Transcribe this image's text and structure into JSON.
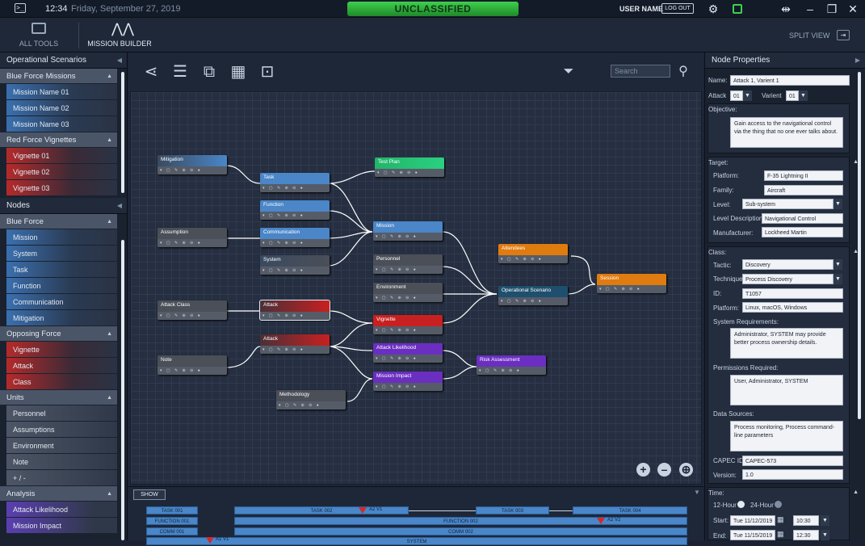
{
  "topbar": {
    "time": "12:34",
    "date": "Friday, September 27, 2019",
    "classification": "UNCLASSIFIED",
    "username": "USER NAME",
    "logout": "LOG OUT"
  },
  "tools": {
    "all_tools": "ALL TOOLS",
    "mission_builder": "MISSION BUILDER",
    "split_view": "SPLIT VIEW"
  },
  "left": {
    "scenarios_title": "Operational Scenarios",
    "blue_force_missions": "Blue Force Missions",
    "missions": [
      "Mission Name 01",
      "Mission Name 02",
      "Mission Name 03"
    ],
    "red_force_vignettes": "Red Force  Vignettes",
    "vignettes": [
      "Vignette 01",
      "Vignette 02",
      "Vignette 03"
    ],
    "nodes_title": "Nodes",
    "blue_force": "Blue Force",
    "blue_items": [
      "Mission",
      "System",
      "Task",
      "Function",
      "Communication",
      "Mitigation"
    ],
    "opposing_force": "Opposing Force",
    "opposing_items": [
      "Vignette",
      "Attack",
      "Class"
    ],
    "units": "Units",
    "unit_items": [
      "Personnel",
      "Assumptions",
      "Environment",
      "Note",
      "+ / -"
    ],
    "analysis": "Analysis",
    "analysis_items": [
      "Attack Likelihood",
      "Mission Impact"
    ]
  },
  "canvas": {
    "search_placeholder": "Search",
    "nodes": {
      "mitigation": "Mitigation",
      "task": "Task",
      "test_plan": "Test Plan",
      "function": "Function",
      "assumption": "Assumption",
      "communication": "Communication",
      "mission": "Mission",
      "system": "System",
      "personnel": "Personnel",
      "attendees": "Attendees",
      "environment": "Environment",
      "operational_scenario": "Operational Scenario",
      "session": "Session",
      "attack_class": "Attack Class",
      "attack1": "Attack",
      "vignette": "Vignette",
      "attack2": "Attack",
      "attack_likelihood": "Attack Likelihood",
      "risk_assessment": "Risk Assessment",
      "note": "Note",
      "mission_impact": "Mission Impact",
      "methodology": "Methodology"
    },
    "colors": {
      "blue": "#4a86c8",
      "gray": "#4a4f58",
      "green": "#22b46a",
      "orange": "#e07b10",
      "teal": "#1e4f6e",
      "red": "#c82020",
      "purple": "#6a2fc0"
    }
  },
  "timeline": {
    "show": "SHOW",
    "row1": [
      "TASK 001",
      "TASK 002",
      "TASK 003",
      "TASK 004"
    ],
    "row2": [
      "FUNCTION 001",
      "FUNCTION 002"
    ],
    "row3": [
      "COMM 001",
      "COMM 002"
    ],
    "row4": [
      "SYSTEM"
    ],
    "markers": [
      "A2 V1",
      "A2 V2",
      "A1 V1"
    ]
  },
  "props": {
    "title": "Node Properties",
    "name_label": "Name:",
    "name_value": "Attack 1, Varient 1",
    "attack_label": "Attack",
    "attack_value": "01",
    "varient_label": "Varient",
    "varient_value": "01",
    "objective_label": "Objective:",
    "objective_value": "Gain access to the navigational control via the thing that no one ever talks about.",
    "target_label": "Target:",
    "platform_label": "Platform:",
    "platform_value": "F-35 Lightning II",
    "family_label": "Family:",
    "family_value": "Aircraft",
    "level_label": "Level:",
    "level_value": "Sub-system",
    "level_desc_label": "Level Description:",
    "level_desc_value": "Navigational Control",
    "manufacturer_label": "Manufacturer:",
    "manufacturer_value": "Lockheed Martin",
    "class_label": "Class:",
    "tactic_label": "Tactic:",
    "tactic_value": "Discovery",
    "technique_label": "Technique:",
    "technique_value": "Process Discovery",
    "id_label": "ID:",
    "id_value": "T1057",
    "platform2_label": "Platform:",
    "platform2_value": "Linux, macOS, Windows",
    "sysreq_label": "System Requirements:",
    "sysreq_value": "Administrator, SYSTEM may provide better process ownership details.",
    "perm_label": "Permissions Required:",
    "perm_value": "User, Administrator, SYSTEM",
    "datasrc_label": "Data Sources:",
    "datasrc_value": "Process monitoring, Process command-line parameters",
    "capec_label": "CAPEC ID:",
    "capec_value": "CAPEC-573",
    "version_label": "Version:",
    "version_value": "1.0",
    "time_label": "Time:",
    "h12": "12-Hour",
    "h24": "24-Hour",
    "start_label": "Start:",
    "start_date": "Tue 11/12/2019",
    "start_time": "10:30 AM",
    "end_label": "End:",
    "end_date": "Tue 11/15/2019",
    "end_time": "12:30 PM"
  }
}
